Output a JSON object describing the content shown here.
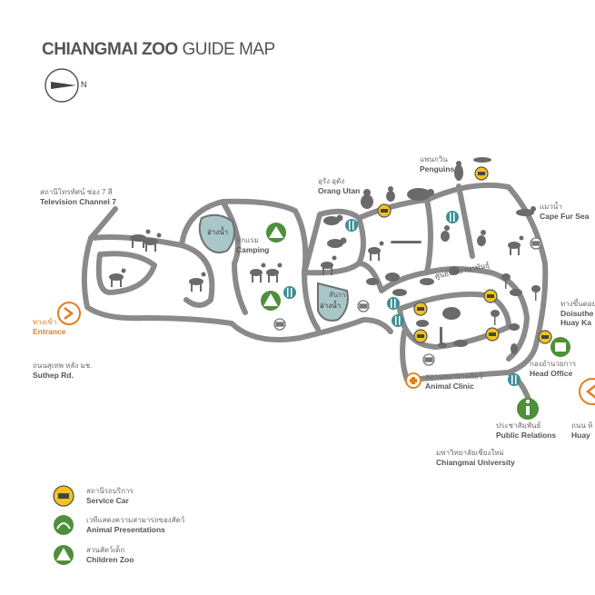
{
  "title": {
    "bold": "CHIANGMAI ZOO",
    "normal": " GUIDE MAP"
  },
  "compass": {
    "label": "N"
  },
  "colors": {
    "road": "#8a8a8a",
    "water": "#a9c7c9",
    "animal": "#6a6a6a",
    "service_car": "#f2c417",
    "green": "#4d8f3a",
    "orange": "#e57c1e"
  },
  "labels": {
    "tv7": {
      "th": "สถานีโทรทัศน์ ช่อง 7 สี",
      "en": "Television Channel 7"
    },
    "entrance": {
      "th": "ทางเข้า",
      "en": "Entrance"
    },
    "suthep": {
      "th": "ถนนสุเทพ หลัง มช.",
      "en": "Suthep Rd."
    },
    "camping": {
      "th": "พักแรม",
      "en": "Camping"
    },
    "reservoir1": "อ่างน้ำ",
    "reservoir2": "อ่างน้ำ",
    "orangutan": {
      "th": "อุรัง อุตัง",
      "en": "Orang Utan"
    },
    "penguins": {
      "th": "แพนกวิน",
      "en": "Penguins"
    },
    "fur_seal": {
      "th": "แมวน้ำ",
      "en": "Cape Fur Sea"
    },
    "garden": "สันรร",
    "aviary": "ศูนย์นกนานาพันธุ์",
    "doisuthep": {
      "th": "ทางขึ้นดอย",
      "en1": "Doisuthe",
      "en2": "Huay Ka"
    },
    "head_office": {
      "th": "กองอำนวยการ",
      "en": "Head Office"
    },
    "animal_clinic": {
      "th": "สถานพยาบาลสัตว์",
      "en": "Animal Clinic"
    },
    "public_relations": {
      "th": "ประชาสัมพันธ์",
      "en": "Public Relations"
    },
    "huay": {
      "th": "ถนน ห้",
      "en": "Huay"
    },
    "cmu": {
      "th": "มหาวิทยาลัยเชียงใหม่",
      "en": "Chiangmai University"
    }
  },
  "legend": [
    {
      "icon": "service-car",
      "th": "สถานีรถบริการ",
      "en": "Service Car"
    },
    {
      "icon": "animal-presentation",
      "th": "เวทีแสดงความสามารถของสัตว์",
      "en": "Animal Presentations"
    },
    {
      "icon": "children-zoo",
      "th": "สวนสัตว์เด็ก",
      "en": "Children Zoo"
    }
  ]
}
